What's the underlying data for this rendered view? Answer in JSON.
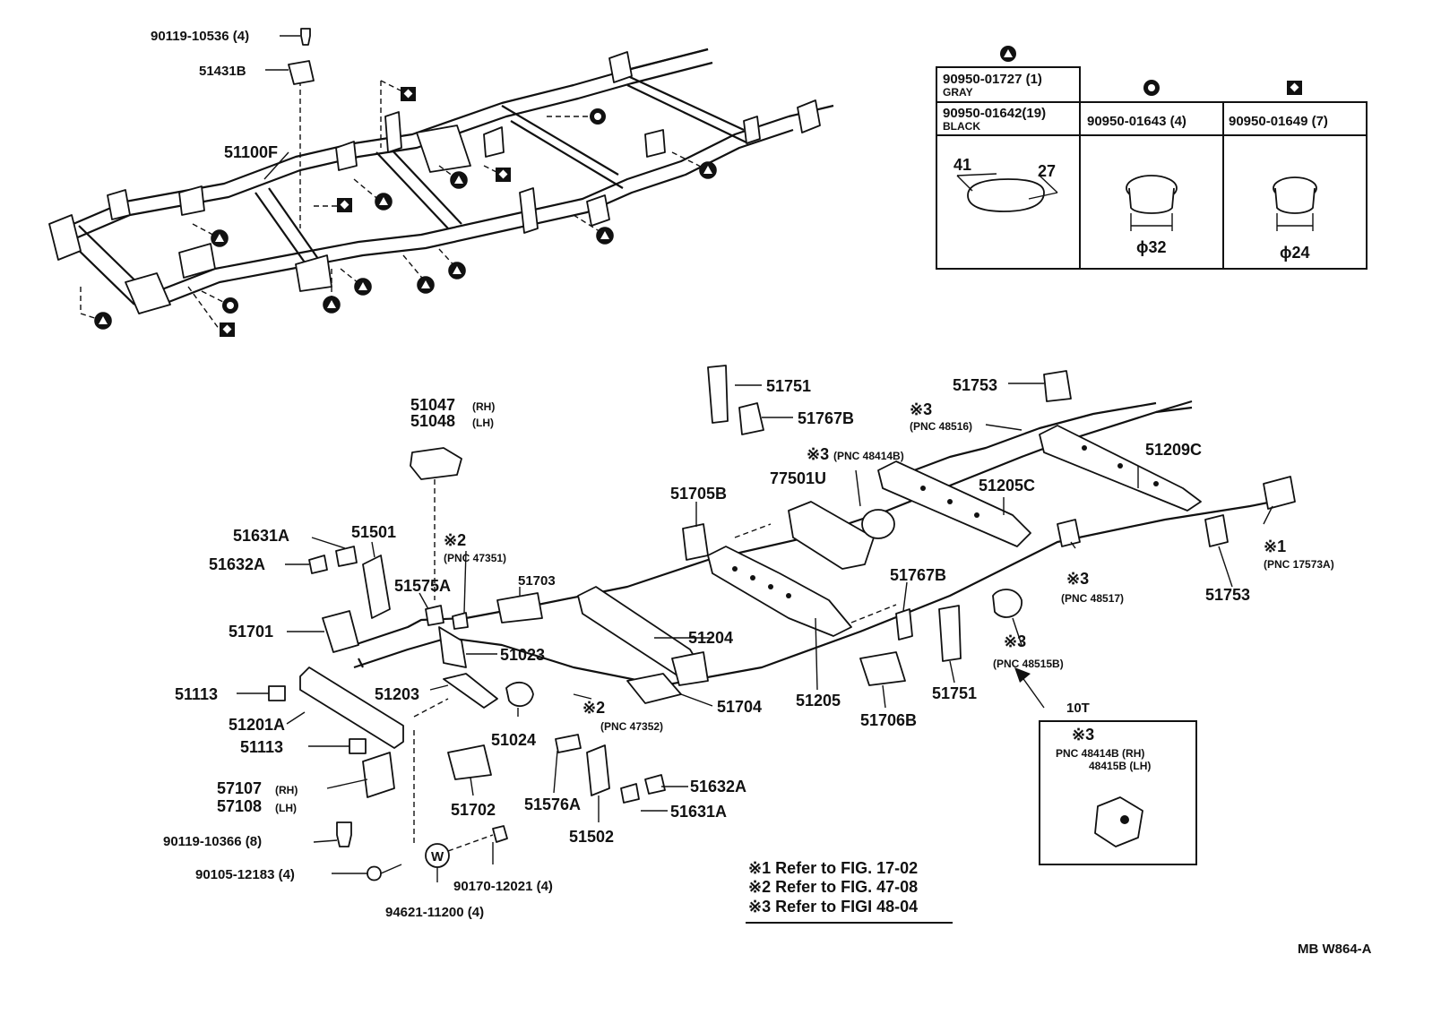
{
  "legend_table": {
    "sym_triangle_part1": "90950-01727 (1)",
    "sym_triangle_part1_color": "GRAY",
    "sym_triangle_part2": "90950-01642(19)",
    "sym_triangle_part2_color": "BLACK",
    "sym_circle_part": "90950-01643 (4)",
    "sym_square_part": "90950-01649 (7)",
    "dim_41": "41",
    "dim_27": "27",
    "dim_32": "ϕ32",
    "dim_24": "ϕ24"
  },
  "top_labels": {
    "bolt_top": "90119-10536 (4)",
    "p51431B": "51431B",
    "p51100F": "51100F"
  },
  "parts": {
    "p51751a": "51751",
    "p51767Ba": "51767B",
    "p51753a": "51753",
    "ref3_pnc48516_mark": "※3",
    "ref3_pnc48516": "(PNC 48516)",
    "p51047": "51047",
    "p51047_side": "(RH)",
    "p51048": "51048",
    "p51048_side": "(LH)",
    "ref3_pnc48414B_mark": "※3",
    "ref3_pnc48414B": "(PNC 48414B)",
    "p51209C": "51209C",
    "p77501U": "77501U",
    "p51205C": "51205C",
    "p51705B": "51705B",
    "p51631A_a": "51631A",
    "p51501": "51501",
    "ref2_pnc47351_mark": "※2",
    "ref2_pnc47351": "(PNC 47351)",
    "p51632A_a": "51632A",
    "p51575A": "51575A",
    "p51703": "51703",
    "ref1_mark": "※1",
    "ref1_pnc17573A": "(PNC 17573A)",
    "ref3_pnc48517_mark": "※3",
    "ref3_pnc48517": "(PNC 48517)",
    "p51753b": "51753",
    "p51767Bb": "51767B",
    "p51701": "51701",
    "p51204": "51204",
    "p51023": "51023",
    "ref3_pnc48515B_mark": "※3",
    "ref3_pnc48515B": "(PNC 48515B)",
    "p51113a": "51113",
    "p51203": "51203",
    "p51704": "51704",
    "p51205": "51205",
    "p51751b": "51751",
    "p51201A": "51201A",
    "ref2_pnc47352_mark": "※2",
    "ref2_pnc47352": "(PNC 47352)",
    "p51706B": "51706B",
    "p51024": "51024",
    "p51113b": "51113",
    "p57107": "57107",
    "p57107_side": "(RH)",
    "p57108": "57108",
    "p57108_side": "(LH)",
    "p51702": "51702",
    "p51576A": "51576A",
    "p51632A_b": "51632A",
    "p51631A_b": "51631A",
    "p51502": "51502",
    "bolt_90119": "90119-10366 (8)",
    "bolt_90105": "90105-12183 (4)",
    "nut_90170": "90170-12021 (4)",
    "washer_94621": "94621-11200 (4)",
    "washer_mark": "W"
  },
  "view_10T": {
    "label": "10T",
    "mark": "※3",
    "pnc_line1": "PNC 48414B (RH)",
    "pnc_line2": "48415B (LH)"
  },
  "footnotes": {
    "n1": "※1 Refer to FIG. 17-02",
    "n2": "※2 Refer to FIG. 47-08",
    "n3": "※3 Refer to FIGI 48-04"
  },
  "code": "MB W864-A"
}
